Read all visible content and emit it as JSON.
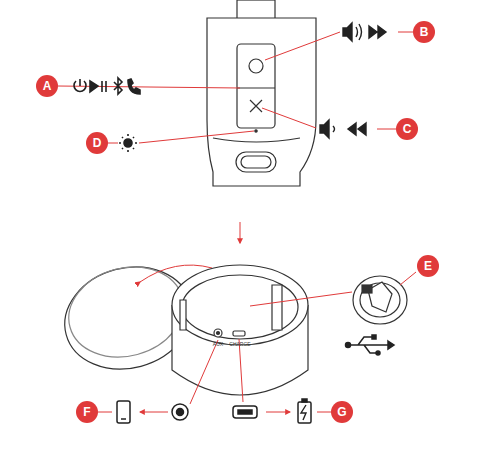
{
  "diagram": {
    "labels": [
      "A",
      "B",
      "C",
      "D",
      "E",
      "F",
      "G",
      "AUX",
      "CHARGE"
    ]
  }
}
